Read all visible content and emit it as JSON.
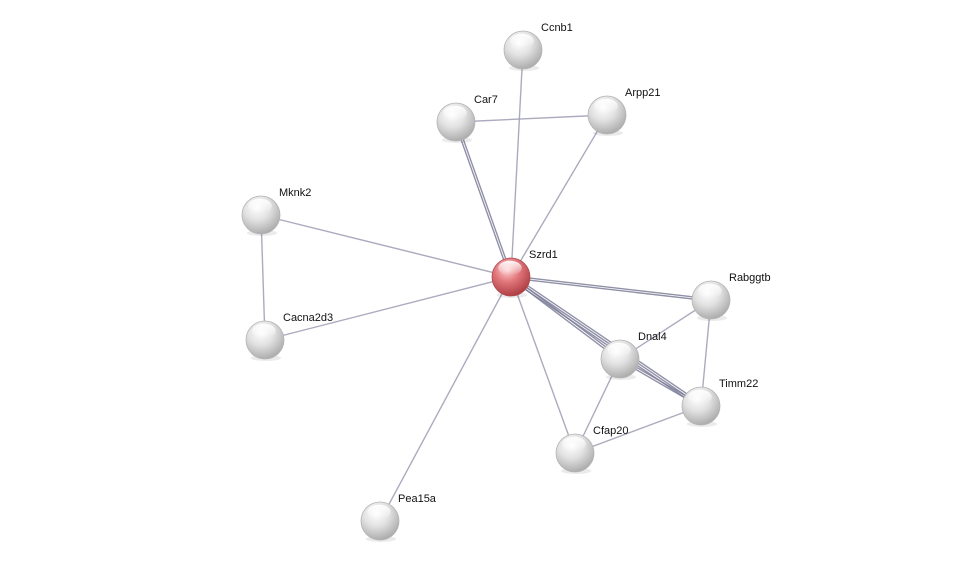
{
  "colors": {
    "background": "#ffffff",
    "edge": "#9c9cb4",
    "edge_strong": "#7c7c98",
    "node_light": "#ffffff",
    "node_mid": "#e2e2e2",
    "node_dark": "#a6a6a6",
    "query_light": "#ffd3d3",
    "query_mid": "#e0757a",
    "query_dark": "#a8383e"
  },
  "nodes": [
    {
      "id": "szrd1",
      "label": "Szrd1",
      "query": true
    },
    {
      "id": "ccnb1",
      "label": "Ccnb1"
    },
    {
      "id": "car7",
      "label": "Car7"
    },
    {
      "id": "arpp21",
      "label": "Arpp21"
    },
    {
      "id": "mknk2",
      "label": "Mknk2"
    },
    {
      "id": "cacna2d3",
      "label": "Cacna2d3"
    },
    {
      "id": "rabggtb",
      "label": "Rabggtb"
    },
    {
      "id": "dnal4",
      "label": "Dnal4"
    },
    {
      "id": "timm22",
      "label": "Timm22"
    },
    {
      "id": "cfap20",
      "label": "Cfap20"
    },
    {
      "id": "pea15a",
      "label": "Pea15a"
    }
  ],
  "edges": [
    {
      "source": "szrd1",
      "target": "ccnb1",
      "strength": 1
    },
    {
      "source": "szrd1",
      "target": "car7",
      "strength": 2
    },
    {
      "source": "szrd1",
      "target": "arpp21",
      "strength": 1
    },
    {
      "source": "car7",
      "target": "arpp21",
      "strength": 1
    },
    {
      "source": "szrd1",
      "target": "mknk2",
      "strength": 1
    },
    {
      "source": "szrd1",
      "target": "cacna2d3",
      "strength": 1
    },
    {
      "source": "mknk2",
      "target": "cacna2d3",
      "strength": 1
    },
    {
      "source": "szrd1",
      "target": "rabggtb",
      "strength": 2
    },
    {
      "source": "szrd1",
      "target": "dnal4",
      "strength": 2
    },
    {
      "source": "szrd1",
      "target": "timm22",
      "strength": 3
    },
    {
      "source": "szrd1",
      "target": "cfap20",
      "strength": 1
    },
    {
      "source": "szrd1",
      "target": "pea15a",
      "strength": 1
    },
    {
      "source": "dnal4",
      "target": "rabggtb",
      "strength": 1
    },
    {
      "source": "dnal4",
      "target": "timm22",
      "strength": 2
    },
    {
      "source": "dnal4",
      "target": "cfap20",
      "strength": 1
    },
    {
      "source": "rabggtb",
      "target": "timm22",
      "strength": 1
    },
    {
      "source": "timm22",
      "target": "cfap20",
      "strength": 1
    }
  ]
}
